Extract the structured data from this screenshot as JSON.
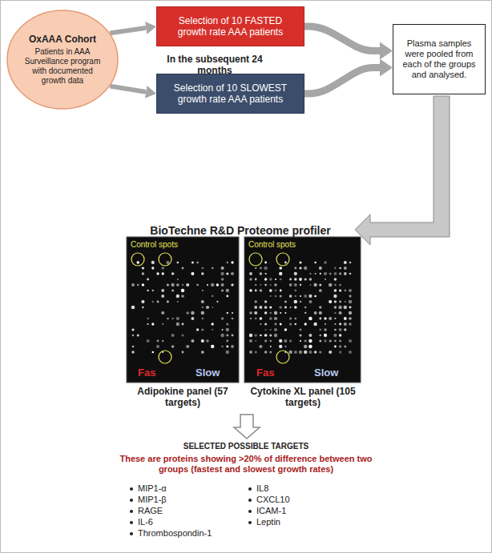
{
  "diagram": {
    "nodes": [
      {
        "text": [
          "OxAAA Cohort",
          "Patients in AAA Surveillance program with documented growth data"
        ]
      },
      {
        "text": [
          "Selection of 10 FASTED growth rate AAA patients"
        ]
      },
      {
        "text": [
          "Selection of 10 SLOWEST growth rate AAA patients"
        ]
      },
      {
        "text": [
          "Plasma samples were pooled from each of the groups and analysed."
        ]
      }
    ],
    "edges": [
      {
        "from": 0,
        "to": 1,
        "arrow": "to"
      },
      {
        "from": 0,
        "to": 2,
        "arrow": "to"
      },
      {
        "from": 1,
        "to": 3,
        "arrow": "to"
      },
      {
        "from": 2,
        "to": 3,
        "arrow": "to"
      }
    ],
    "labels": [
      "In the subsequent 24 months",
      "BioTechne R&D Proteome profiler",
      "Control spots",
      "Fas",
      "Slow",
      "Control spots",
      "Fas",
      "Slow",
      "Adipokine panel (57 targets)",
      "Cytokine XL panel (105 targets)",
      "SELECTED POSSIBLE TARGETS",
      "These are proteins showing >20% of difference between two groups (fastest and slowest growth rates)",
      "MIP1-α",
      "MIP1-β",
      "RAGE",
      "IL-6",
      "Thrombospondin-1",
      "IL8",
      "CXCL10",
      "ICAM-1",
      "Leptin"
    ]
  }
}
